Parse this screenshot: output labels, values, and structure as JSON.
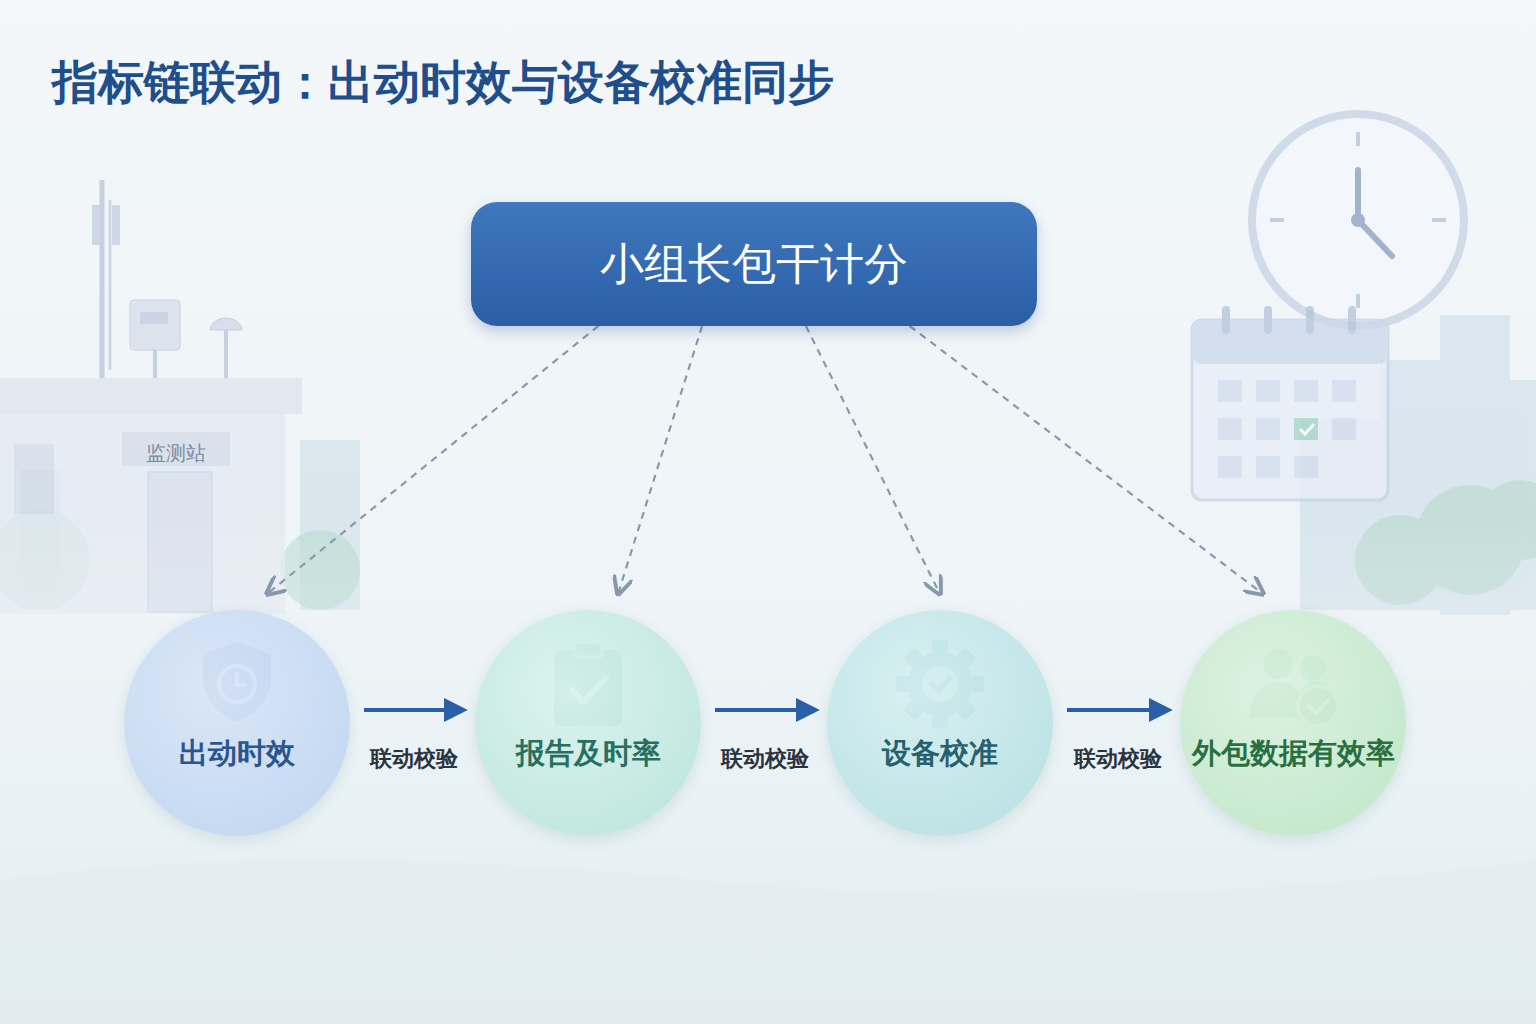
{
  "diagram": {
    "title": "指标链联动：出动时效与设备校准同步",
    "nodes": [
      {
        "text": [
          "小组长包干计分"
        ]
      },
      {
        "text": [
          "出动时效"
        ]
      },
      {
        "text": [
          "报告及时率"
        ]
      },
      {
        "text": [
          "设备校准"
        ]
      },
      {
        "text": [
          "外包数据有效率"
        ]
      }
    ],
    "edges": [
      {
        "from": 0,
        "to": 1,
        "arrow": "to"
      },
      {
        "from": 0,
        "to": 2,
        "arrow": "to"
      },
      {
        "from": 0,
        "to": 3,
        "arrow": "to"
      },
      {
        "from": 0,
        "to": 4,
        "arrow": "to"
      },
      {
        "from": 1,
        "to": 2,
        "label": "联动校验",
        "arrow": "to"
      },
      {
        "from": 2,
        "to": 3,
        "label": "联动校验",
        "arrow": "to"
      },
      {
        "from": 3,
        "to": 4,
        "label": "联动校验",
        "arrow": "to"
      }
    ],
    "labels": [
      "监测站"
    ]
  }
}
